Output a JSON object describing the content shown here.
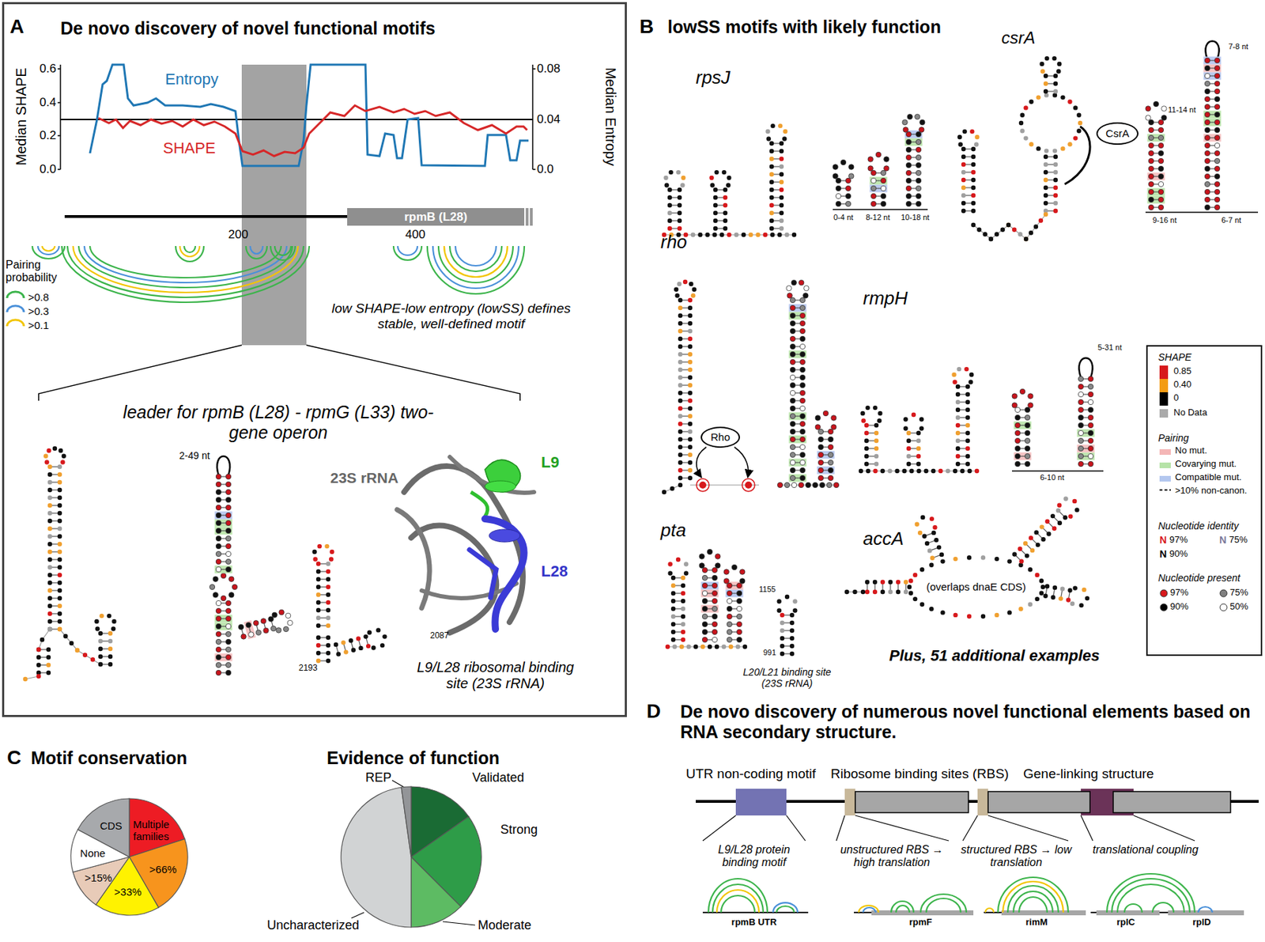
{
  "diagram": {
    "nodes": [
      {
        "text": [
          "A",
          "De novo discovery of novel functional motifs"
        ]
      },
      {
        "text": [
          "rpmB (L28)"
        ],
        "in": 0
      },
      {
        "text": [
          "CsrA"
        ]
      },
      {
        "text": [
          "Rho"
        ]
      }
    ],
    "labels": [
      "Median SHAPE",
      "Median Entropy",
      "0.6",
      "0.4",
      "0.2",
      "0.0",
      "0.08",
      "0.04",
      "0.0",
      "Entropy",
      "SHAPE",
      "200",
      "400",
      "Pairing probability",
      "low SHAPE-low entropy (lowSS) defines stable, well-defined motif",
      "leader for rpmB (L28) - rpmG (L33) two-gene operon",
      "2-49 nt",
      "23S rRNA",
      "L9",
      "L28",
      "2087",
      "2193",
      "L9/L28 ribosomal binding site (23S rRNA)",
      "B",
      "lowSS motifs with likely function",
      "rpsJ",
      "csrA",
      "0-4 nt",
      "8-12 nt",
      "10-18 nt",
      "7-8 nt",
      "11-14 nt",
      "9-16 nt",
      "6-7 nt",
      "rho",
      "rmpH",
      "5-31 nt",
      "6-10 nt",
      "pta",
      "accA",
      "(overlaps dnaE CDS)",
      "1155",
      "991",
      "L20/L21 binding site (23S rRNA)",
      "Plus, 51 additional examples",
      "SHAPE",
      "Pairing",
      "Nucleotide identity",
      "N",
      "N",
      "N",
      "Nucleotide present",
      "C",
      "Motif conservation",
      "Multiple families",
      ">66%",
      ">33%",
      ">15%",
      "None",
      "CDS",
      "Evidence of function",
      "REP",
      "Validated",
      "Strong",
      "Moderate",
      "Uncharacterized",
      "D",
      "De novo discovery of numerous novel functional elements based on RNA secondary structure.",
      "UTR non-coding motif",
      "Ribosome binding sites (RBS)",
      "Gene-linking structure",
      "L9/L28 protein binding motif",
      "unstructured RBS → high translation",
      "structured RBS → low translation",
      "translational coupling",
      "rpmB UTR",
      "rpmF",
      "rimM",
      "rplC",
      "rplD"
    ],
    "legend": [
      {
        "text": ">0.8",
        "color": "#3cb44b"
      },
      {
        "text": ">0.3",
        "color": "#4a90d9"
      },
      {
        "text": ">0.1",
        "color": "#f2c500"
      },
      {
        "text": "0.85",
        "color": "#d7191c"
      },
      {
        "text": "0.40",
        "color": "#f39c12"
      },
      {
        "text": "0",
        "color": "#000000"
      },
      {
        "text": "No Data",
        "color": "#aaaaaa"
      },
      {
        "text": "No mut.",
        "color": "#f4b6b6"
      },
      {
        "text": "Covarying mut.",
        "color": "#b6e3a8"
      },
      {
        "text": "Compatible mut.",
        "color": "#b3c7ef"
      },
      {
        "text": ">10% non-canon."
      },
      {
        "text": "97%"
      },
      {
        "text": "75%"
      },
      {
        "text": "90%"
      },
      {
        "text": "97%",
        "color": "#d7191c"
      },
      {
        "text": "75%",
        "color": "#808080"
      },
      {
        "text": "90%",
        "color": "#000000"
      },
      {
        "text": "50%",
        "color": "#ffffff"
      }
    ]
  }
}
